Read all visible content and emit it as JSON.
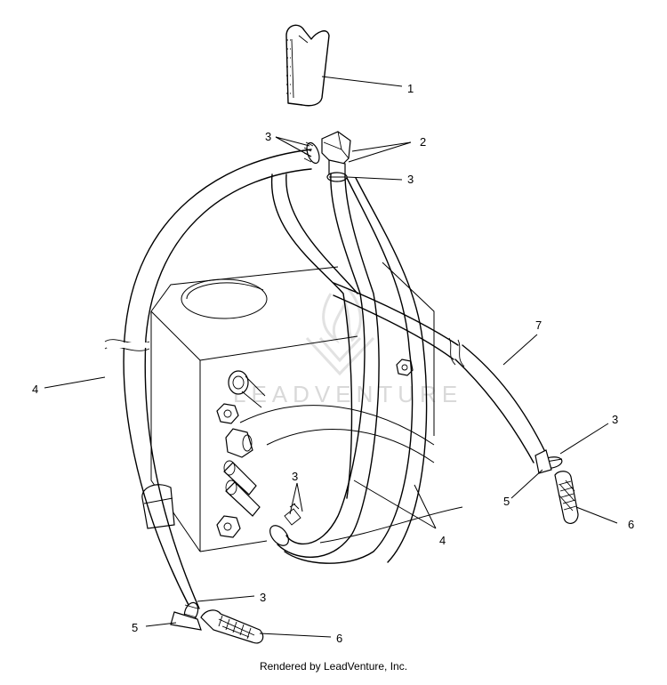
{
  "callouts": [
    {
      "id": "1",
      "label": "1"
    },
    {
      "id": "2",
      "label": "2"
    },
    {
      "id": "3a",
      "label": "3"
    },
    {
      "id": "3b",
      "label": "3"
    },
    {
      "id": "3c",
      "label": "3"
    },
    {
      "id": "3d",
      "label": "3"
    },
    {
      "id": "3e",
      "label": "3"
    },
    {
      "id": "4a",
      "label": "4"
    },
    {
      "id": "4b",
      "label": "4"
    },
    {
      "id": "5a",
      "label": "5"
    },
    {
      "id": "5b",
      "label": "5"
    },
    {
      "id": "6a",
      "label": "6"
    },
    {
      "id": "6b",
      "label": "6"
    },
    {
      "id": "7",
      "label": "7"
    }
  ],
  "watermark": {
    "text": "LEADVENTURE"
  },
  "footer": {
    "text": "Rendered by LeadVenture, Inc."
  }
}
